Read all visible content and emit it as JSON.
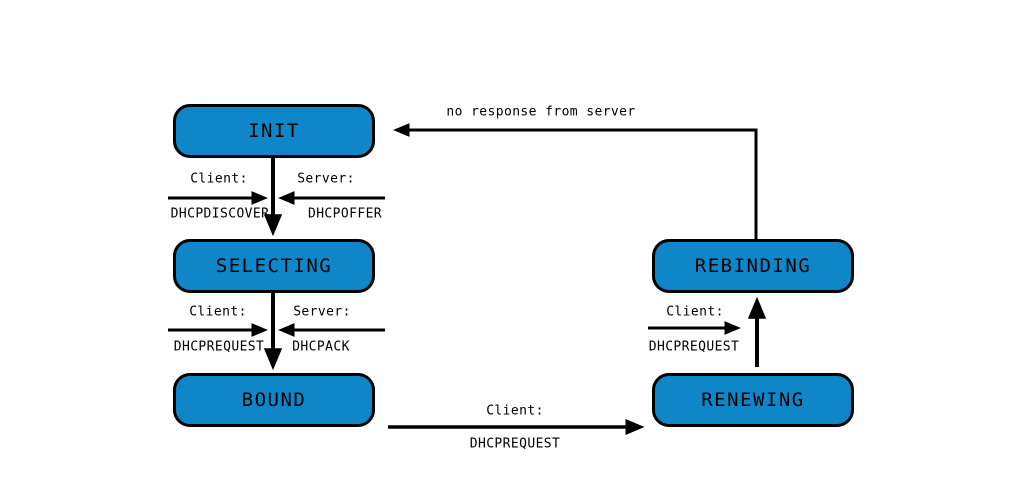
{
  "diagram": {
    "type": "state-machine",
    "colors": {
      "background": "#ffffff",
      "node_fill": "#0e86c7",
      "node_border": "#000000",
      "line": "#000000"
    },
    "nodes": [
      {
        "id": "init",
        "label": "INIT"
      },
      {
        "id": "selecting",
        "label": "SELECTING"
      },
      {
        "id": "bound",
        "label": "BOUND"
      },
      {
        "id": "renewing",
        "label": "RENEWING"
      },
      {
        "id": "rebinding",
        "label": "REBINDING"
      }
    ],
    "transitions": {
      "init_to_selecting": {
        "client_title": "Client:",
        "client_message": "DHCPDISCOVER",
        "server_title": "Server:",
        "server_message": "DHCPOFFER"
      },
      "selecting_to_bound": {
        "client_title": "Client:",
        "client_message": "DHCPREQUEST",
        "server_title": "Server:",
        "server_message": "DHCPACK"
      },
      "bound_to_renewing": {
        "client_title": "Client:",
        "client_message": "DHCPREQUEST"
      },
      "renewing_to_rebinding": {
        "client_title": "Client:",
        "client_message": "DHCPREQUEST"
      },
      "rebinding_to_init": {
        "label": "no response from server"
      }
    }
  }
}
